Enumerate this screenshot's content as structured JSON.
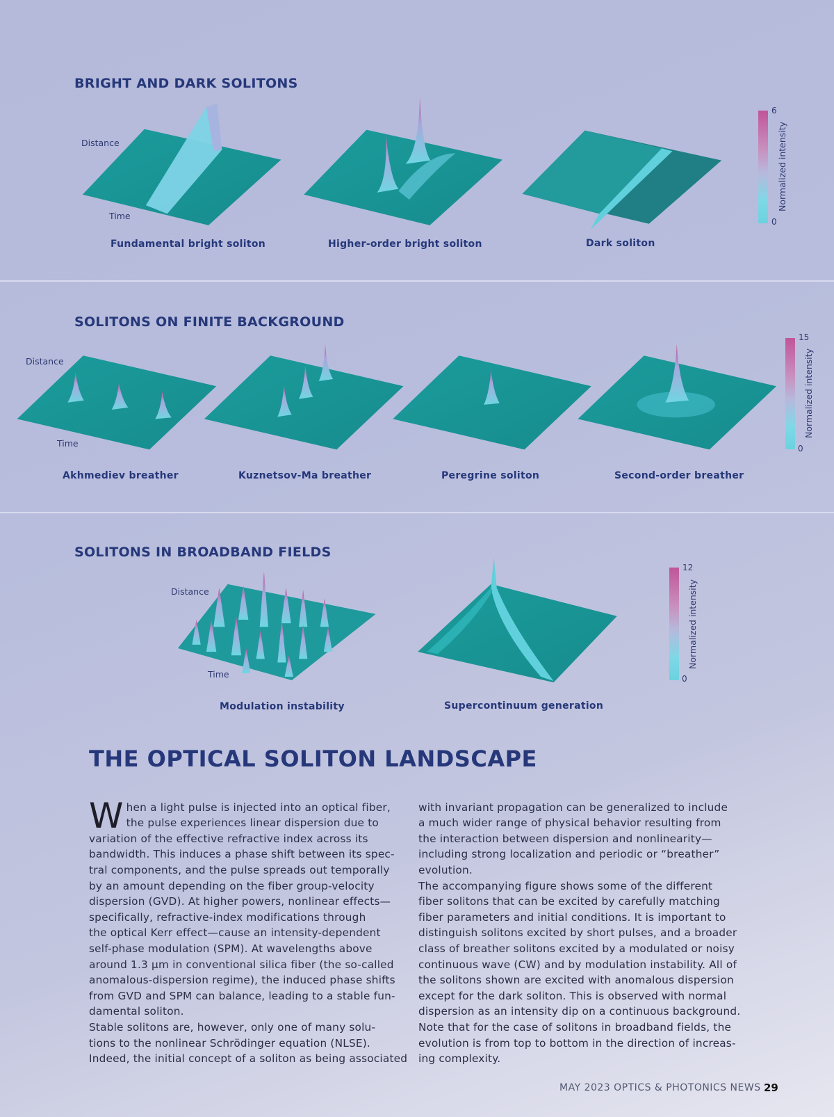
{
  "sections": [
    {
      "title": "BRIGHT AND DARK SOLITONS",
      "axis": {
        "distance": "Distance",
        "time": "Time"
      },
      "captions": [
        "Fundamental bright soliton",
        "Higher-order bright soliton",
        "Dark soliton"
      ],
      "colorbar": {
        "max": "6",
        "min": "0",
        "label": "Normalized intensity"
      }
    },
    {
      "title": "SOLITONS ON FINITE BACKGROUND",
      "axis": {
        "distance": "Distance",
        "time": "Time"
      },
      "captions": [
        "Akhmediev breather",
        "Kuznetsov-Ma breather",
        "Peregrine soliton",
        "Second-order breather"
      ],
      "colorbar": {
        "max": "15",
        "min": "0",
        "label": "Normalized intensity"
      }
    },
    {
      "title": "SOLITONS IN BROADBAND FIELDS",
      "axis": {
        "distance": "Distance",
        "time": "Time"
      },
      "captions": [
        "Modulation instability",
        "Supercontinuum generation"
      ],
      "colorbar": {
        "max": "12",
        "min": "0",
        "label": "Normalized intensity"
      }
    }
  ],
  "colors": {
    "surface": "#1fa3a3",
    "peak": "#c0559a",
    "heading": "#26387a"
  },
  "article": {
    "heading": "THE OPTICAL SOLITON LANDSCAPE",
    "dropcap": "W",
    "col1_p1": "hen a light pulse is injected into an optical fiber,\nthe pulse experiences linear dispersion due to\nvariation of the effective refractive index across its\nbandwidth. This induces a phase shift between its spec-\ntral components, and the pulse spreads out temporally\nby an amount depending on the fiber group-velocity\ndispersion (GVD). At higher powers, nonlinear effects—\nspecifically, refractive-index modifications through\nthe optical Kerr effect—cause an intensity-dependent\nself-phase modulation (SPM). At wavelengths above\naround 1.3 µm in conventional silica fiber (the so-called\nanomalous-dispersion regime), the induced phase shifts\nfrom GVD and SPM can balance, leading to a stable fun-\ndamental soliton.",
    "col1_p2": "     Stable solitons are, however, only one of many solu-\ntions to the nonlinear Schrödinger equation (NLSE).\nIndeed, the initial concept of a soliton as being associated",
    "col2_p1": "with invariant propagation can be generalized to include\na much wider range of physical behavior resulting from\nthe interaction between dispersion and nonlinearity—\nincluding strong localization and periodic or “breather”\nevolution.",
    "col2_p2": "     The accompanying figure shows some of the different\nfiber solitons that can be excited by carefully matching\nfiber parameters and initial conditions. It is important to\ndistinguish solitons excited by short pulses, and a broader\nclass of breather solitons excited by a modulated or noisy\ncontinuous wave (CW) and by modulation instability. All of\nthe solitons shown are excited with anomalous dispersion\nexcept for the dark soliton. This is observed with normal\ndispersion as an intensity dip on a continuous background.\nNote that for the case of solitons in broadband fields, the\nevolution is from top to bottom in the direction of increas-\ning complexity."
  },
  "footer": {
    "issue": "MAY 2023  OPTICS & PHOTONICS NEWS",
    "page": "29"
  }
}
